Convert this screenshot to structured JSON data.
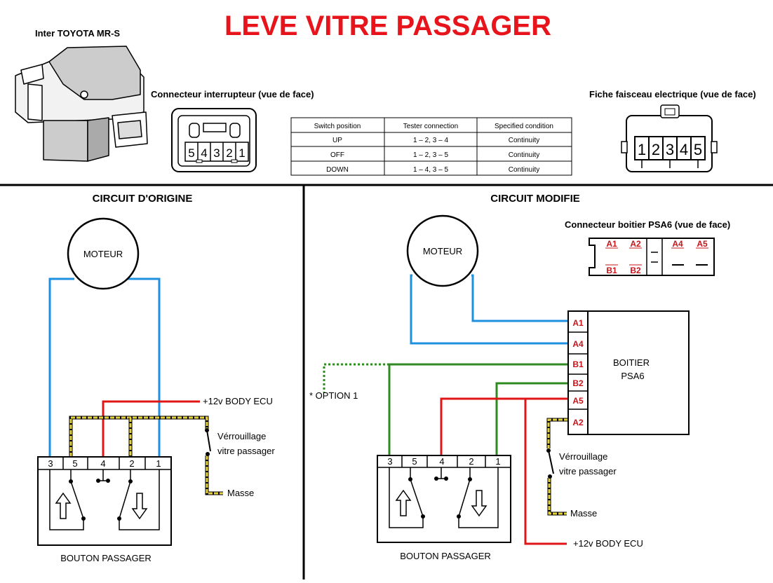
{
  "title": "LEVE VITRE PASSAGER",
  "header": {
    "switch_model": "Inter TOYOTA MR-S",
    "connector_switch_label": "Connecteur interrupteur (vue de face)",
    "harness_plug_label": "Fiche faisceau electrique (vue de face)",
    "switch_pins": [
      "5",
      "4",
      "3",
      "2",
      "1"
    ],
    "harness_pins": [
      "1",
      "2",
      "3",
      "4",
      "5"
    ]
  },
  "table": {
    "headers": [
      "Switch position",
      "Tester connection",
      "Specified condition"
    ],
    "rows": [
      [
        "UP",
        "1 – 2, 3 – 4",
        "Continuity"
      ],
      [
        "OFF",
        "1 – 2, 3 – 5",
        "Continuity"
      ],
      [
        "DOWN",
        "1 – 4, 3 – 5",
        "Continuity"
      ]
    ]
  },
  "left": {
    "title": "CIRCUIT D'ORIGINE",
    "motor": "MOTEUR",
    "ecu": "+12v BODY ECU",
    "lock_line1": "Vérrouillage",
    "lock_line2": "vitre passager",
    "ground": "Masse",
    "button": "BOUTON PASSAGER",
    "pins": [
      "3",
      "5",
      "4",
      "2",
      "1"
    ]
  },
  "right": {
    "title": "CIRCUIT MODIFIE",
    "motor": "MOTEUR",
    "psa_connector_label": "Connecteur boitier PSA6 (vue de face)",
    "psa_pins_top": [
      "A1",
      "A2",
      "A4",
      "A5"
    ],
    "psa_pins_bottom": [
      "B1",
      "B2"
    ],
    "box_line1": "BOITIER",
    "box_line2": "PSA6",
    "box_pins": [
      "A1",
      "A4",
      "B1",
      "B2",
      "A5",
      "A2"
    ],
    "option": "* OPTION 1",
    "lock_line1": "Vérrouillage",
    "lock_line2": "vitre passager",
    "ground": "Masse",
    "ecu": "+12v BODY ECU",
    "button": "BOUTON PASSAGER",
    "pins": [
      "3",
      "5",
      "4",
      "2",
      "1"
    ]
  },
  "colors": {
    "title": "#e8141b",
    "wire_blue": "#1e90e0",
    "wire_red": "#e01515",
    "wire_green": "#2e8b20",
    "wire_yellow": "#e8d23a",
    "pin_red": "#c8141b"
  }
}
